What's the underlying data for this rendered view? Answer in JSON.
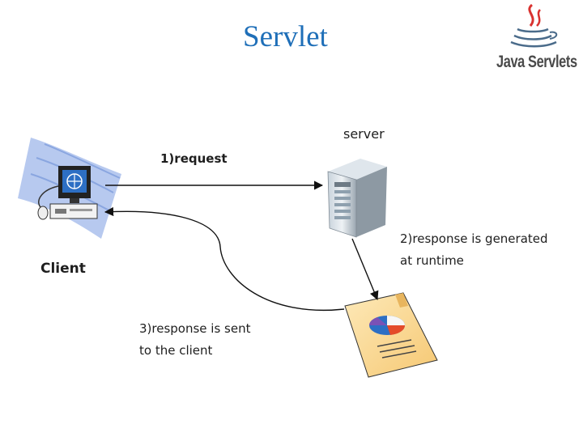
{
  "slide": {
    "title": "Servlet",
    "logo_text": "Java Servlets"
  },
  "diagram": {
    "server_label": "server",
    "client_label": "Client",
    "step1": "1)request",
    "step2_line1": "2)response is generated",
    "step2_line2": "at runtime",
    "step3_line1": "3)response is sent",
    "step3_line2": "to the client"
  },
  "icons": [
    "java-coffee-cup-icon",
    "client-computer-icon",
    "server-tower-icon",
    "response-document-icon"
  ]
}
